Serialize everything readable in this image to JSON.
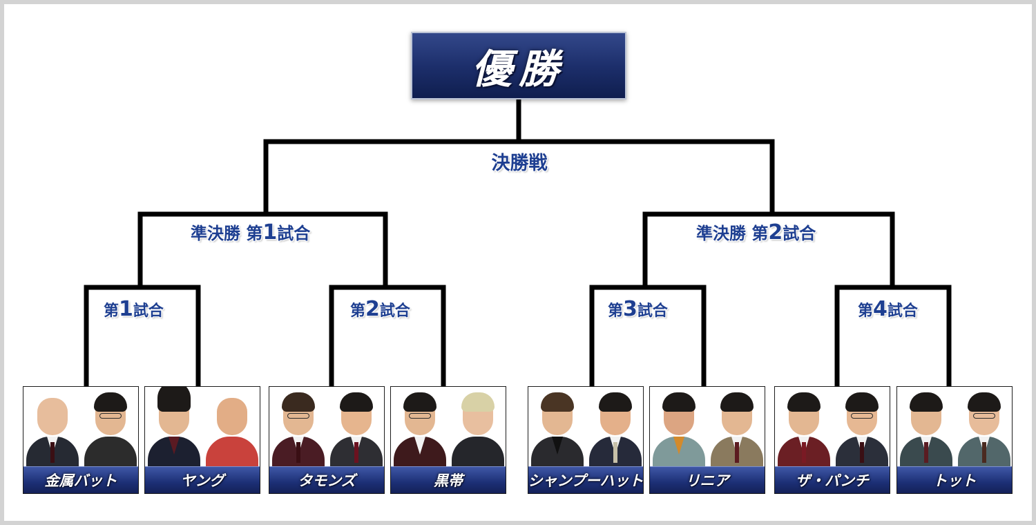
{
  "champion": {
    "label": "優勝"
  },
  "rounds": {
    "final": "決勝戦",
    "semifinals": [
      {
        "prefix": "準決勝",
        "pre": "第",
        "num": "1",
        "post": "試合"
      },
      {
        "prefix": "準決勝",
        "pre": "第",
        "num": "2",
        "post": "試合"
      }
    ],
    "quarterfinals": [
      {
        "pre": "第",
        "num": "1",
        "post": "試合"
      },
      {
        "pre": "第",
        "num": "2",
        "post": "試合"
      },
      {
        "pre": "第",
        "num": "3",
        "post": "試合"
      },
      {
        "pre": "第",
        "num": "4",
        "post": "試合"
      }
    ]
  },
  "teams": [
    {
      "name": "金属バット"
    },
    {
      "name": "ヤング"
    },
    {
      "name": "タモンズ"
    },
    {
      "name": "黒帯"
    },
    {
      "name": "シャンプーハット"
    },
    {
      "name": "リニア"
    },
    {
      "name": "ザ・パンチ"
    },
    {
      "name": "トット"
    }
  ],
  "colors": {
    "bracket_line": "#000000",
    "label_text": "#1e3f91",
    "banner_dark": "#0f1e4f",
    "banner_light": "#33488a"
  }
}
